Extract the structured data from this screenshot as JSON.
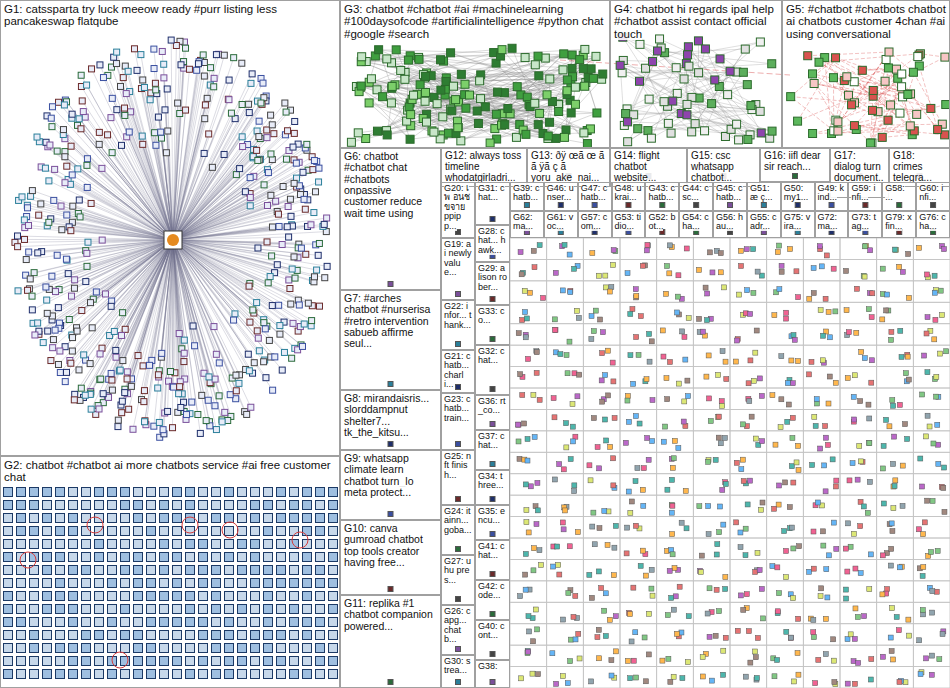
{
  "diagram": {
    "nodes": [
      {
        "text": [
          "G1: catssparta try luck meeow ready #purr listing less pancakeswap flatqube"
        ]
      },
      {
        "text": [
          "G2: chatbot #chatbot ai more chatbots service #ai free customer chat"
        ]
      },
      {
        "text": [
          "G3: chatbot #chatbot #ai #machinelearning #100daysofcode #artificialintelligence #python chat #google #search"
        ]
      },
      {
        "text": [
          "G4: chatbot hi regards ipal help #chatbot assist contact official touch"
        ]
      },
      {
        "text": [
          "G5: #chatbot #chatbots chatbot ai chatbots customer 4chan #ai using conversational"
        ]
      },
      {
        "text": [
          "G6: chatbot #chatbot chat #chatbots onpassive customer reduce wait time using"
        ]
      },
      {
        "text": [
          "G12: always toss timeline whodatgirladri..."
        ]
      },
      {
        "text": [
          "G13: ðÿ œã œ ã ã ÿã ç ã yoru_ake_nai..."
        ]
      },
      {
        "text": [
          "G14: flight chatbot website..."
        ]
      },
      {
        "text": [
          "G15: csc whatsapp chatbot..."
        ]
      },
      {
        "text": [
          "G16: iifl dear sir reach..."
        ]
      },
      {
        "text": [
          "G17: dialog turn document..."
        ]
      },
      {
        "text": [
          "G18: crimes telegra..."
        ]
      },
      {
        "text": [
          "G7: #arches chatbot #nurserisa #retro intervention sabueb affirme seul..."
        ]
      },
      {
        "text": [
          "G8: mirandaisris... slorddampnut shelter7... tk_the_kitsu..."
        ]
      },
      {
        "text": [
          "G9: whatsapp climate learn chatbot turn_lo meta protect..."
        ]
      },
      {
        "text": [
          "G10: canva gumroad chatbot top tools creator having free..."
        ]
      },
      {
        "text": [
          "G11: replika #1 chatbot companion powered..."
        ]
      },
      {
        "text": [
          "G20: เพ อนช ขจาย ppipp..."
        ]
      },
      {
        "text": [
          "G19: ai newly value..."
        ]
      },
      {
        "text": [
          "G22: infor... thank..."
        ]
      },
      {
        "text": [
          "G21: chatb... charli..."
        ]
      },
      {
        "text": [
          "G23: chatb... train..."
        ]
      },
      {
        "text": [
          "G25: nft finish..."
        ]
      },
      {
        "text": [
          "G24: itainn... goba..."
        ]
      },
      {
        "text": [
          "G27: uhu pres..."
        ]
      },
      {
        "text": [
          "G26: capg... chatb..."
        ]
      },
      {
        "text": [
          "G30: strea..."
        ]
      },
      {
        "text": [
          "G31: chat..."
        ]
      },
      {
        "text": [
          "G28: chat... hawk..."
        ]
      },
      {
        "text": [
          "G29: alison rober..."
        ]
      },
      {
        "text": [
          "G33: co..."
        ]
      },
      {
        "text": [
          "G32: chat..."
        ]
      },
      {
        "text": [
          "G36: rt_co..."
        ]
      },
      {
        "text": [
          "G37: chat..."
        ]
      },
      {
        "text": [
          "G34: three..."
        ]
      },
      {
        "text": [
          "G35: encu..."
        ]
      },
      {
        "text": [
          "G41: chat..."
        ]
      },
      {
        "text": [
          "G42: code..."
        ]
      },
      {
        "text": [
          "G40: cont..."
        ]
      },
      {
        "text": [
          "G38:"
        ]
      },
      {
        "text": [
          "G39: chatb..."
        ]
      },
      {
        "text": [
          "G46: unser..."
        ]
      },
      {
        "text": [
          "G47: chatb..."
        ]
      },
      {
        "text": [
          "G48: ukrai..."
        ]
      },
      {
        "text": [
          "G43: chatb..."
        ]
      },
      {
        "text": [
          "G44: csc..."
        ]
      },
      {
        "text": [
          "G45: chatb..."
        ]
      },
      {
        "text": [
          "G51: æ ç..."
        ]
      },
      {
        "text": [
          "G50: my1..."
        ]
      },
      {
        "text": [
          "G49: kind..."
        ]
      },
      {
        "text": [
          "G59: infi..."
        ]
      },
      {
        "text": [
          "G58: ..."
        ]
      },
      {
        "text": [
          "G60: infi..."
        ]
      },
      {
        "text": [
          "G62: ma..."
        ]
      },
      {
        "text": [
          "G61: voc..."
        ]
      },
      {
        "text": [
          "G57: com..."
        ]
      },
      {
        "text": [
          "G53: tidio..."
        ]
      },
      {
        "text": [
          "G52: bot..."
        ]
      },
      {
        "text": [
          "G54: cha..."
        ]
      },
      {
        "text": [
          "G56: hau..."
        ]
      },
      {
        "text": [
          "G55: cadr..."
        ]
      },
      {
        "text": [
          "G75: vira..."
        ]
      },
      {
        "text": [
          "G72: ma..."
        ]
      },
      {
        "text": [
          "G73: tag..."
        ]
      },
      {
        "text": [
          "G79: xfin..."
        ]
      },
      {
        "text": [
          "G76: cha..."
        ]
      }
    ]
  }
}
